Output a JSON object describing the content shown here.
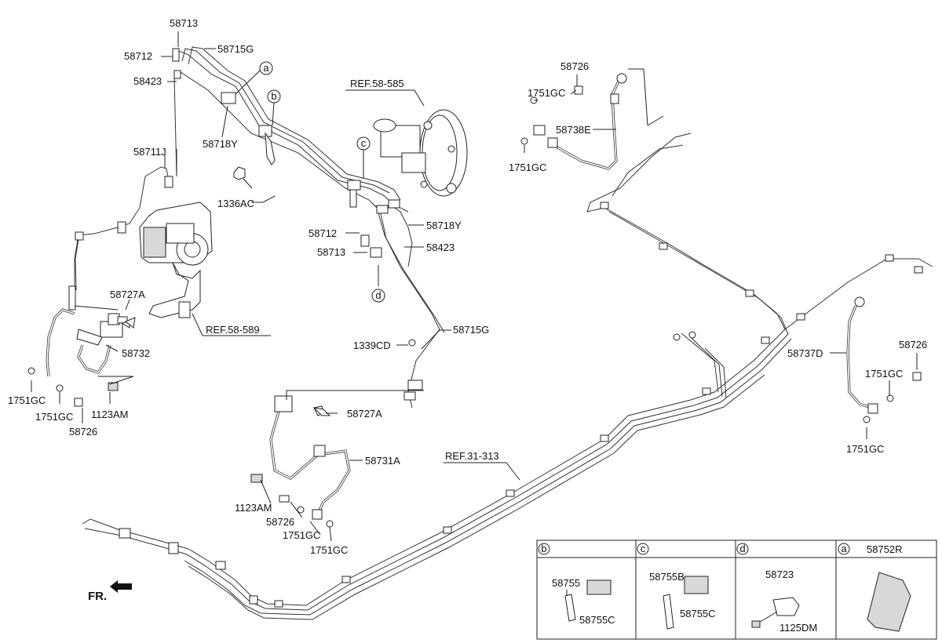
{
  "callouts": {
    "p58713_top": "58713",
    "p58712_top": "58712",
    "p58715G_top": "58715G",
    "p58423_top": "58423",
    "p58718Y_left": "58718Y",
    "p58711J": "58711J",
    "p1336AC": "1336AC",
    "p58727A_left": "58727A",
    "p58732": "58732",
    "p1751GC_l1": "1751GC",
    "p1751GC_l2": "1751GC",
    "p58726_left": "58726",
    "p1123AM_left": "1123AM",
    "ref58589": "REF.58-589",
    "ref58585": "REF.58-585",
    "p58712_mid": "58712",
    "p58713_mid": "58713",
    "p58718Y_mid": "58718Y",
    "p58423_mid": "58423",
    "p58715G_mid": "58715G",
    "p1339CD": "1339CD",
    "p58727A_mid": "58727A",
    "p58731A": "58731A",
    "p1123AM_mid": "1123AM",
    "p58726_mid": "58726",
    "p1751GC_m1": "1751GC",
    "p1751GC_m2": "1751GC",
    "ref31313": "REF.31-313",
    "p58726_tr": "58726",
    "p1751GC_tr1": "1751GC",
    "p58738E": "58738E",
    "p1751GC_tr2": "1751GC",
    "p58737D": "58737D",
    "p58726_r": "58726",
    "p1751GC_r1": "1751GC",
    "p1751GC_r2": "1751GC",
    "fr": "FR."
  },
  "circle_letters": {
    "a": "a",
    "b": "b",
    "c": "c",
    "d": "d"
  },
  "detail_table": {
    "cells": [
      {
        "letter": "b",
        "header_part": "",
        "parts": [
          "58755",
          "58755C"
        ]
      },
      {
        "letter": "c",
        "header_part": "",
        "parts": [
          "58755B",
          "58755C"
        ]
      },
      {
        "letter": "d",
        "header_part": "",
        "parts": [
          "58723",
          "1125DM"
        ]
      },
      {
        "letter": "a",
        "header_part": "58752R",
        "parts": []
      }
    ]
  }
}
